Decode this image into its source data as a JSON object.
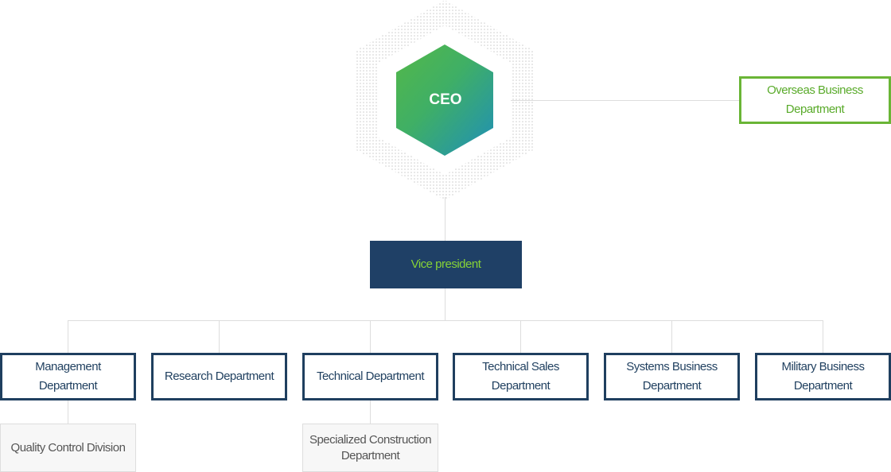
{
  "ceo": {
    "label": "CEO"
  },
  "overseas": {
    "label_line1": "Overseas Business",
    "label_line2": "Department"
  },
  "vice_president": {
    "label": "Vice president"
  },
  "departments": [
    {
      "line1": "Management",
      "line2": "Department"
    },
    {
      "line1": "Research Department",
      "line2": ""
    },
    {
      "line1": "Technical Department",
      "line2": ""
    },
    {
      "line1": "Technical Sales",
      "line2": "Department"
    },
    {
      "line1": "Systems Business",
      "line2": "Department"
    },
    {
      "line1": "Military Business",
      "line2": "Department"
    }
  ],
  "sub_departments": [
    {
      "line1": "Quality Control Division",
      "line2": ""
    },
    {
      "line1": "Specialized Construction",
      "line2": "Department"
    }
  ],
  "colors": {
    "navy": "#1f3f5f",
    "green": "#6ab536",
    "vp_text": "#86d237",
    "ceo_gradient_start": "#54b848",
    "ceo_gradient_end": "#1f8fb8"
  }
}
